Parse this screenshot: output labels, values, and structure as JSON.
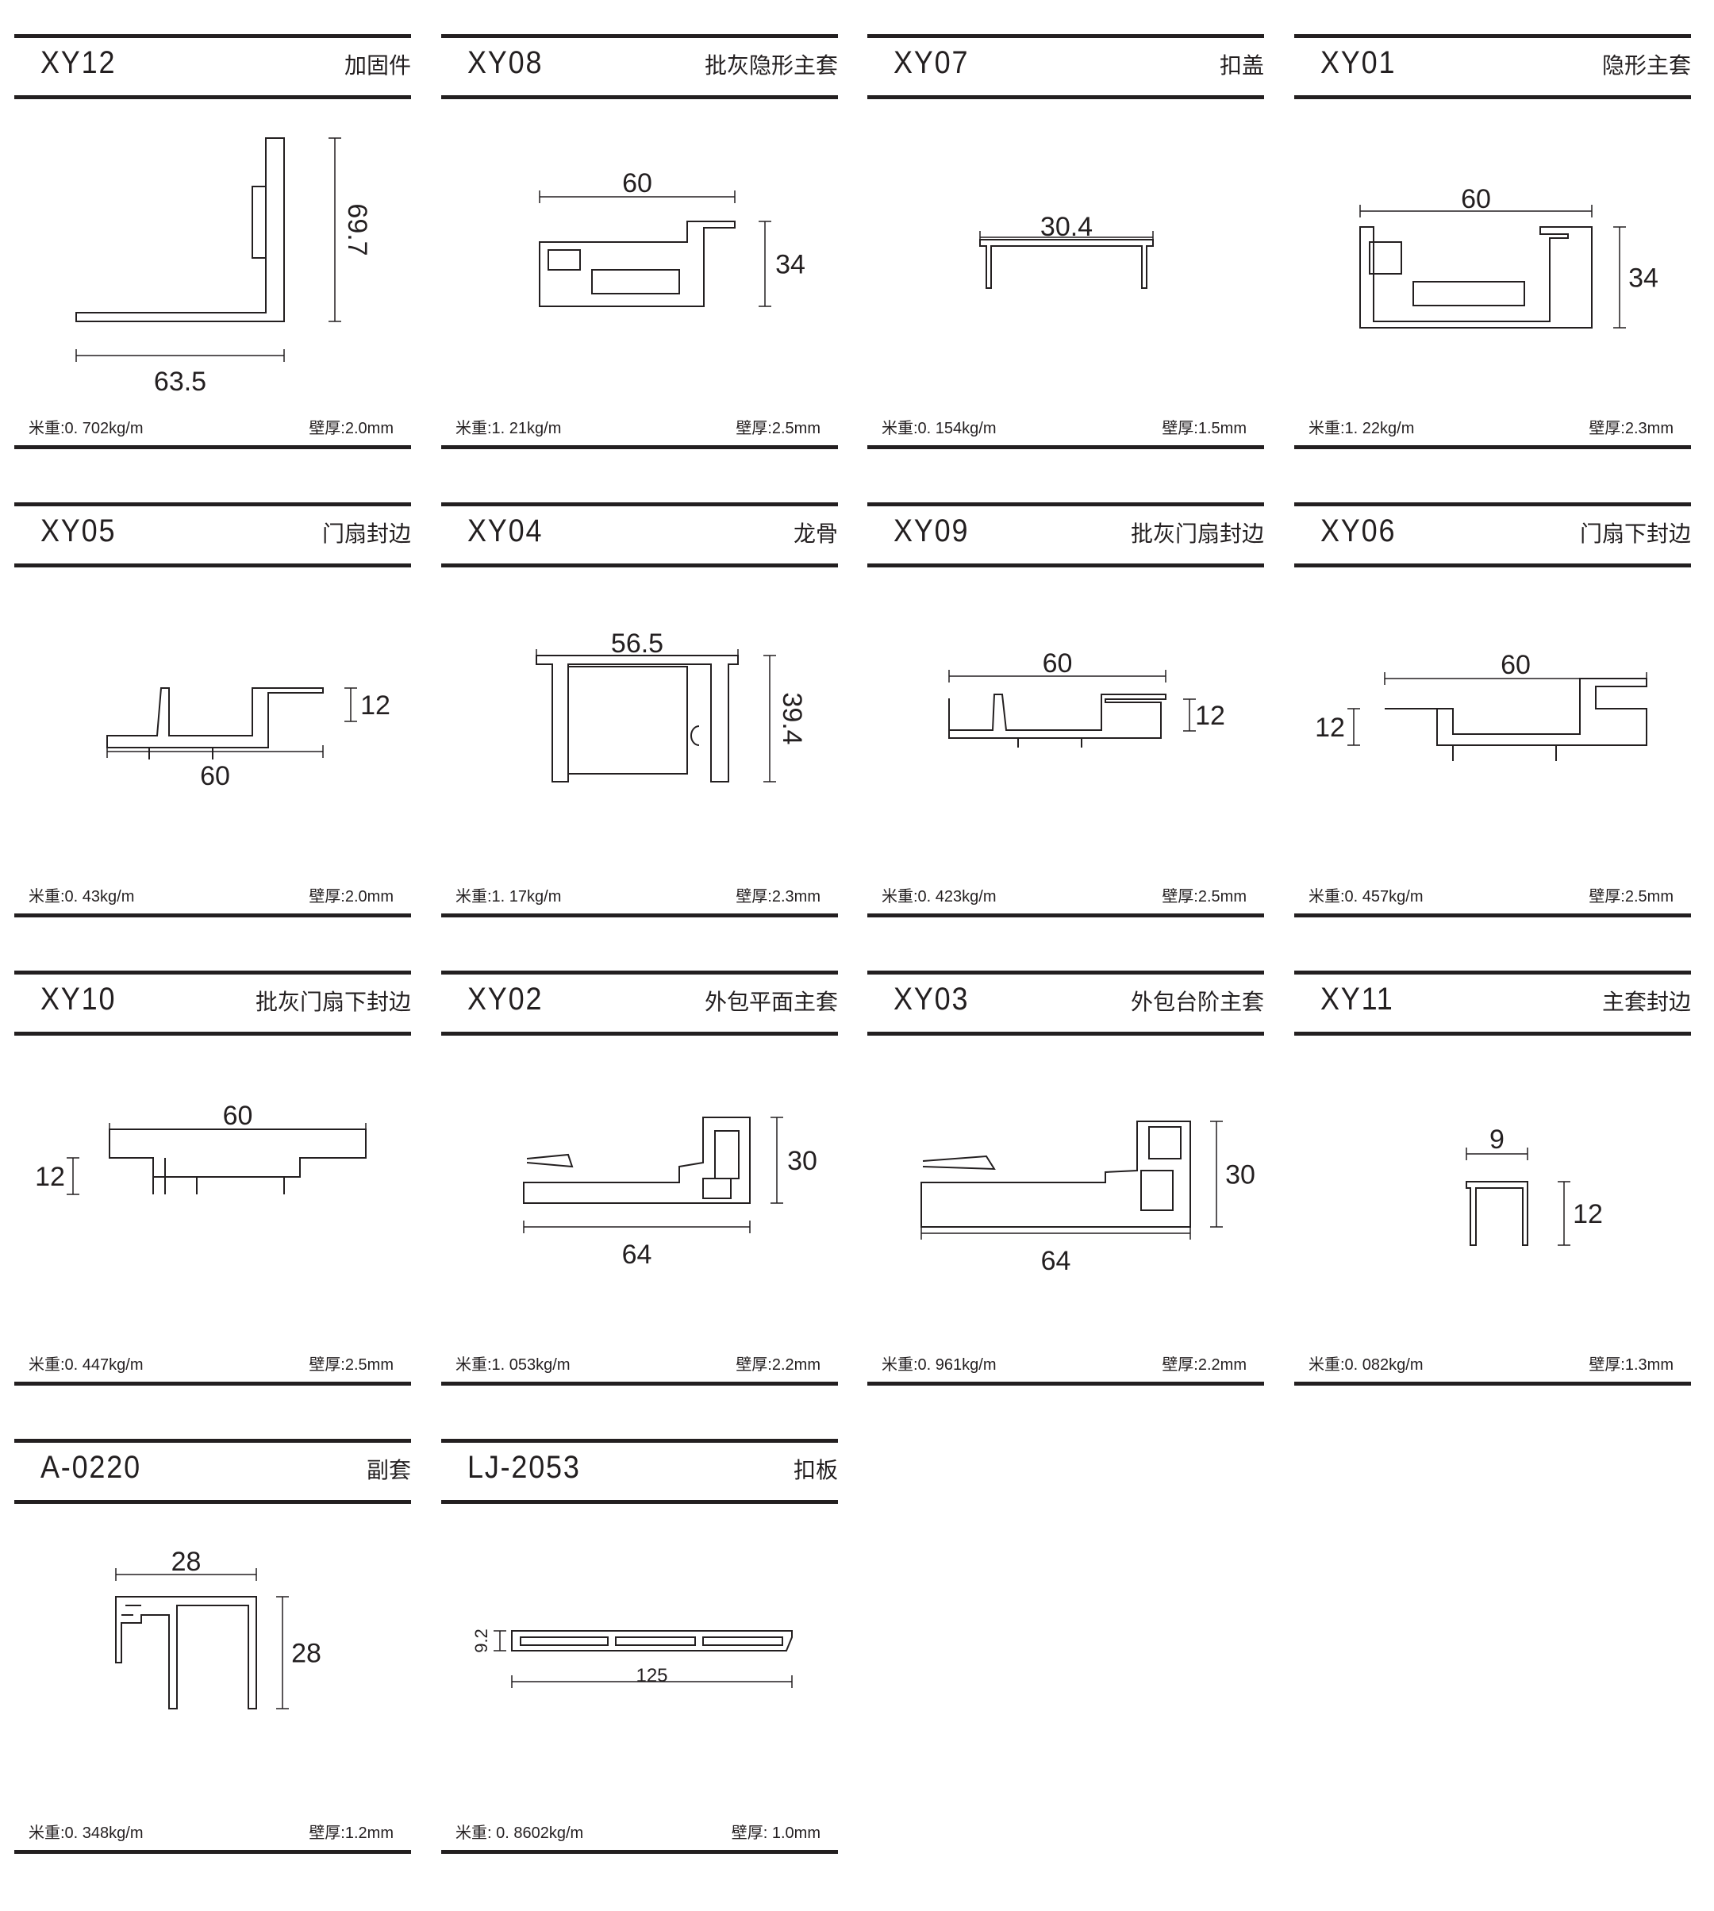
{
  "items": [
    {
      "code": "XY12",
      "name": "加固件",
      "weight": "米重:0. 702kg/m",
      "thickness": "壁厚:2.0mm",
      "dims": [
        "63.5",
        "69.7"
      ]
    },
    {
      "code": "XY08",
      "name": "批灰隐形主套",
      "weight": "米重:1. 21kg/m",
      "thickness": "壁厚:2.5mm",
      "dims": [
        "60",
        "34"
      ]
    },
    {
      "code": "XY07",
      "name": "扣盖",
      "weight": "米重:0. 154kg/m",
      "thickness": "壁厚:1.5mm",
      "dims": [
        "30.4"
      ]
    },
    {
      "code": "XY01",
      "name": "隐形主套",
      "weight": "米重:1. 22kg/m",
      "thickness": "壁厚:2.3mm",
      "dims": [
        "60",
        "34"
      ]
    },
    {
      "code": "XY05",
      "name": "门扇封边",
      "weight": "米重:0. 43kg/m",
      "thickness": "壁厚:2.0mm",
      "dims": [
        "60",
        "12"
      ]
    },
    {
      "code": "XY04",
      "name": "龙骨",
      "weight": "米重:1. 17kg/m",
      "thickness": "壁厚:2.3mm",
      "dims": [
        "56.5",
        "39.4"
      ]
    },
    {
      "code": "XY09",
      "name": "批灰门扇封边",
      "weight": "米重:0. 423kg/m",
      "thickness": "壁厚:2.5mm",
      "dims": [
        "60",
        "12"
      ]
    },
    {
      "code": "XY06",
      "name": "门扇下封边",
      "weight": "米重:0. 457kg/m",
      "thickness": "壁厚:2.5mm",
      "dims": [
        "60",
        "12"
      ]
    },
    {
      "code": "XY10",
      "name": "批灰门扇下封边",
      "weight": "米重:0. 447kg/m",
      "thickness": "壁厚:2.5mm",
      "dims": [
        "60",
        "12"
      ]
    },
    {
      "code": "XY02",
      "name": "外包平面主套",
      "weight": "米重:1. 053kg/m",
      "thickness": "壁厚:2.2mm",
      "dims": [
        "64",
        "30"
      ]
    },
    {
      "code": "XY03",
      "name": "外包台阶主套",
      "weight": "米重:0. 961kg/m",
      "thickness": "壁厚:2.2mm",
      "dims": [
        "64",
        "30"
      ]
    },
    {
      "code": "XY11",
      "name": "主套封边",
      "weight": "米重:0. 082kg/m",
      "thickness": "壁厚:1.3mm",
      "dims": [
        "9",
        "12"
      ]
    },
    {
      "code": "A-0220",
      "name": "副套",
      "weight": "米重:0. 348kg/m",
      "thickness": "壁厚:1.2mm",
      "dims": [
        "28",
        "28"
      ]
    },
    {
      "code": "LJ-2053",
      "name": "扣板",
      "weight": "米重: 0. 8602kg/m",
      "thickness": "壁厚: 1.0mm",
      "dims": [
        "125",
        "9.2"
      ]
    }
  ]
}
